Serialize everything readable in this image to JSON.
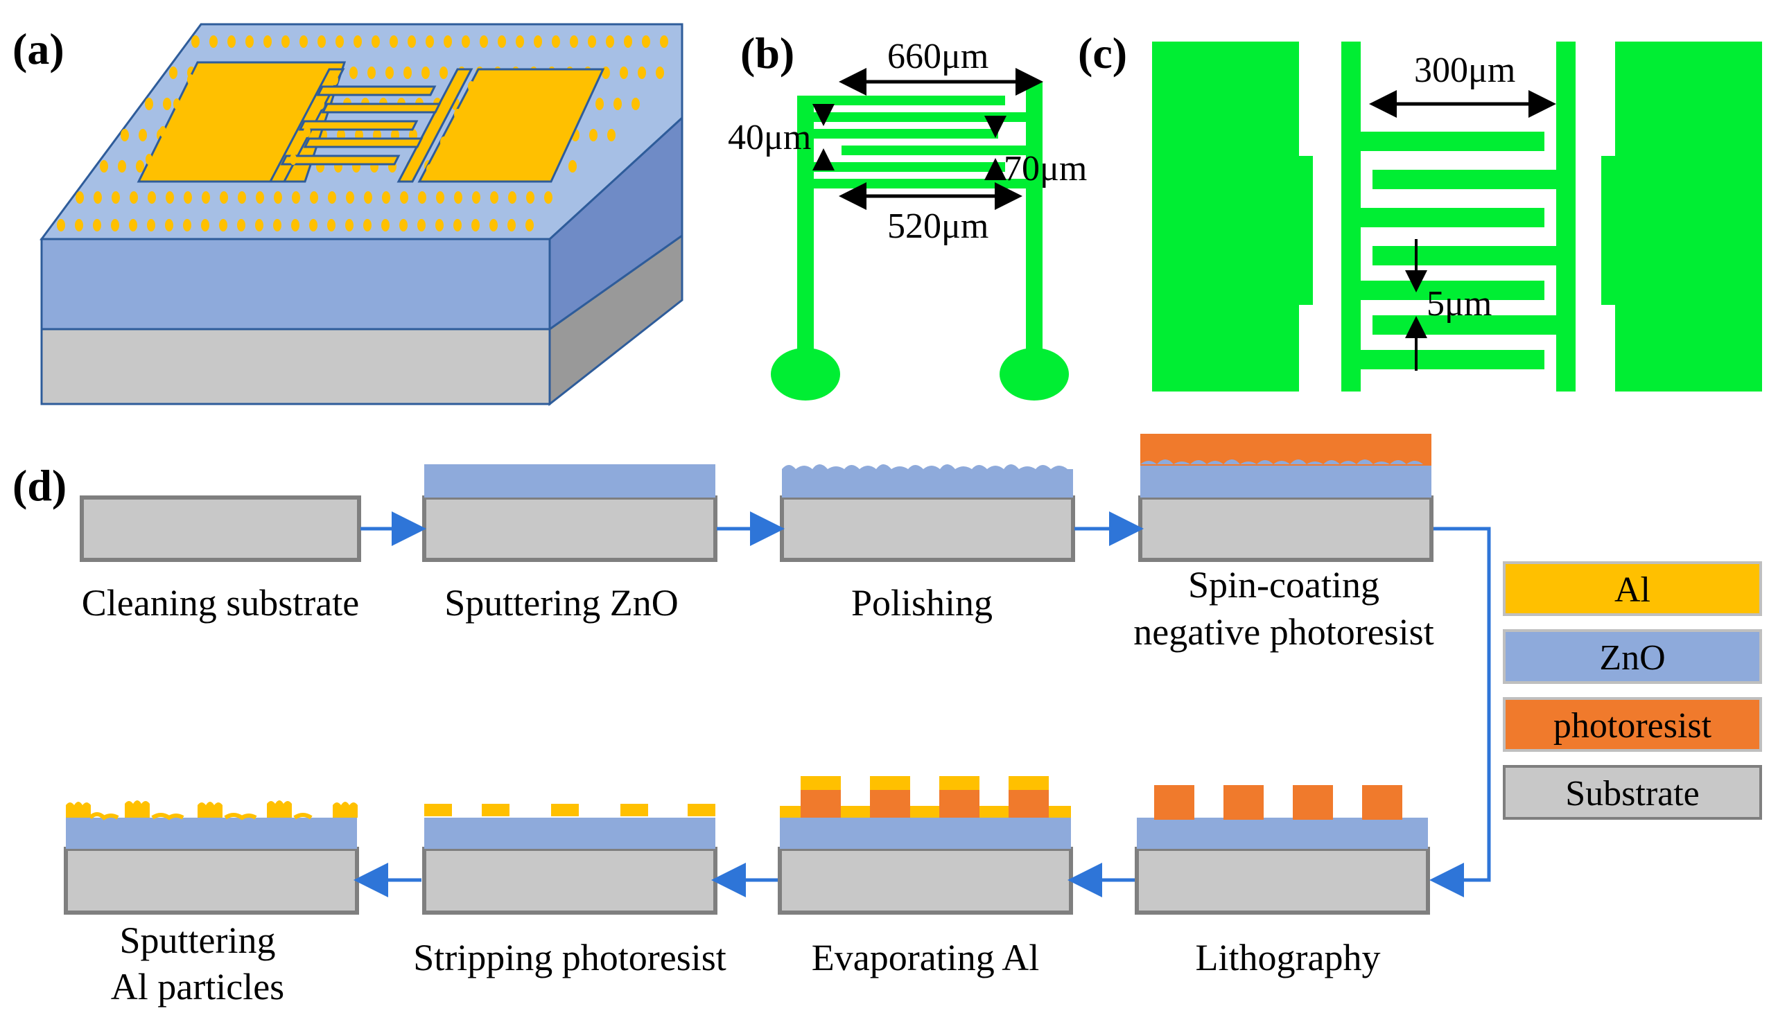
{
  "panels": {
    "a": "(a)",
    "b": "(b)",
    "c": "(c)",
    "d": "(d)"
  },
  "dimensions_b": {
    "top_width": "660μm",
    "left_gap": "40μm",
    "right_gap": "70μm",
    "finger_length": "520μm"
  },
  "dimensions_c": {
    "width": "300μm",
    "gap": "5μm"
  },
  "steps": [
    {
      "line1": "Cleaning   substrate"
    },
    {
      "line1": "Sputtering ZnO"
    },
    {
      "line1": "Polishing"
    },
    {
      "line1": "Spin-coating",
      "line2": "negative photoresist"
    },
    {
      "line1": "Lithography"
    },
    {
      "line1": "Evaporating Al"
    },
    {
      "line1": "Stripping photoresist"
    },
    {
      "line1": "Sputtering",
      "line2": "Al particles"
    }
  ],
  "legend": [
    {
      "label": "Al",
      "color": "#FFC000"
    },
    {
      "label": "ZnO",
      "color": "#8EAADB"
    },
    {
      "label": "photoresist",
      "color": "#F07A2C"
    },
    {
      "label": "Substrate",
      "color": "#C8C8C8"
    }
  ],
  "colors": {
    "electrode_green": "#00EE33",
    "arrow_blue": "#2E75D8",
    "gold": "#FFC000",
    "zno_blue": "#8EAADB",
    "substrate_gray": "#C8C8C8",
    "photoresist_orange": "#F07A2C"
  }
}
